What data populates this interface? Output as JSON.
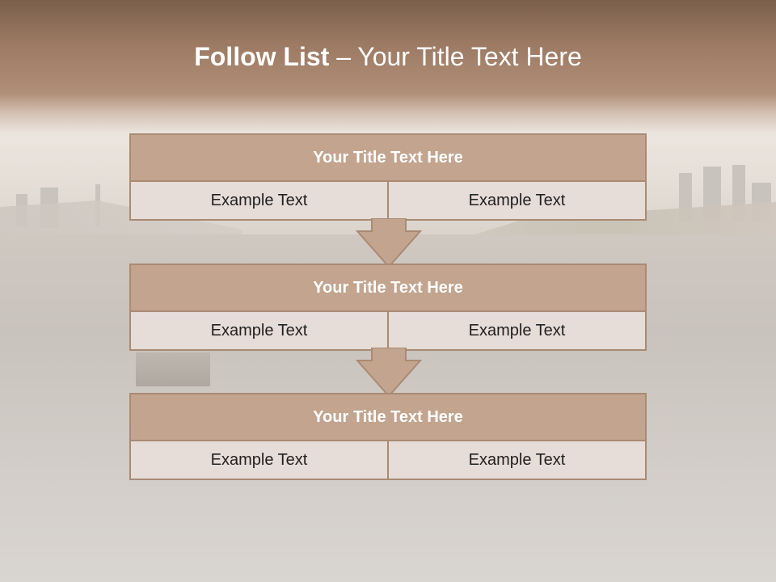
{
  "slide": {
    "title_bold": "Follow List",
    "title_rest": " – Your Title Text Here"
  },
  "steps": [
    {
      "heading": "Your Title Text Here",
      "left": "Example Text",
      "right": "Example Text"
    },
    {
      "heading": "Your Title Text Here",
      "left": "Example Text",
      "right": "Example Text"
    },
    {
      "heading": "Your Title Text Here",
      "left": "Example Text",
      "right": "Example Text"
    }
  ],
  "colors": {
    "header_band": "#9a7862",
    "block_heading": "#c3a58f",
    "block_border": "#a98a73",
    "cell_fill": "#e6dcd8",
    "arrow_fill": "#c3a58f"
  },
  "icons": [
    "down-arrow-icon",
    "down-arrow-icon"
  ]
}
